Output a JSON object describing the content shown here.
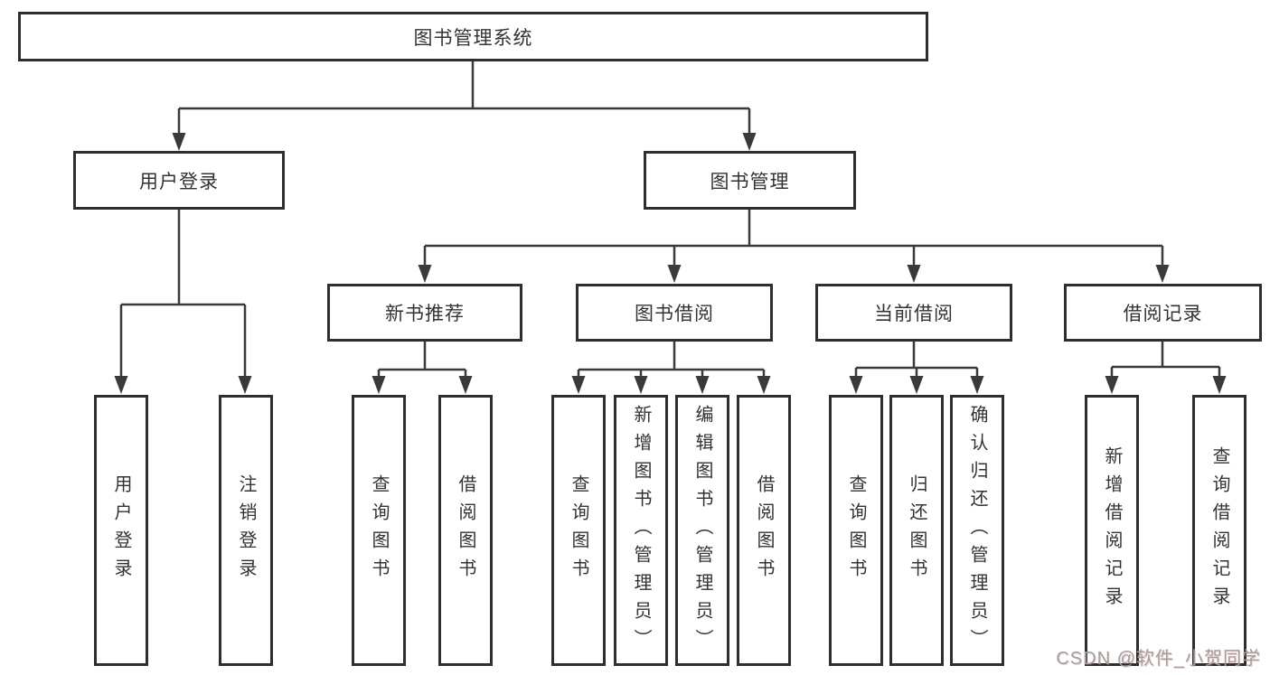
{
  "diagram": {
    "root": {
      "label": "图书管理系统"
    },
    "branches": [
      {
        "label": "用户登录",
        "children": [
          {
            "label": "用户登录"
          },
          {
            "label": "注销登录"
          }
        ]
      },
      {
        "label": "图书管理",
        "groups": [
          {
            "label": "新书推荐",
            "children": [
              {
                "label": "查询图书"
              },
              {
                "label": "借阅图书"
              }
            ]
          },
          {
            "label": "图书借阅",
            "children": [
              {
                "label": "查询图书"
              },
              {
                "label": "新增图书（管理员）"
              },
              {
                "label": "编辑图书（管理员）"
              },
              {
                "label": "借阅图书"
              }
            ]
          },
          {
            "label": "当前借阅",
            "children": [
              {
                "label": "查询图书"
              },
              {
                "label": "归还图书"
              },
              {
                "label": "确认归还（管理员）"
              }
            ]
          },
          {
            "label": "借阅记录",
            "children": [
              {
                "label": "新增借阅记录"
              },
              {
                "label": "查询借阅记录"
              }
            ]
          }
        ]
      }
    ],
    "watermark": "CSDN @软件_小贺同学",
    "colors": {
      "line": "#3a3a3a",
      "box_border": "#2e2e2e",
      "text": "#333333",
      "watermark": "#a39e9e",
      "background": "#ffffff"
    }
  }
}
